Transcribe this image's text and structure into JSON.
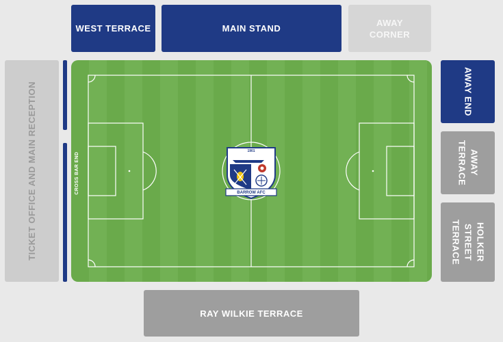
{
  "stands": {
    "west_terrace": "WEST TERRACE",
    "main_stand": "MAIN STAND",
    "away_corner": "AWAY CORNER",
    "ticket_office": "TICKET OFFICE AND MAIN RECEPTION",
    "away_end": "AWAY END",
    "away_terrace": "AWAY TERRACE",
    "holker_street_terrace": "HOLKER STREET TERRACE",
    "ray_wilkie_terrace": "RAY WILKIE TERRACE",
    "cross_bar_end": "CROSS BAR END"
  },
  "crest": {
    "year": "1901",
    "name": "BARROW AFC"
  },
  "colors": {
    "navy": "#1f3a85",
    "grey": "#9e9e9e",
    "light_grey": "#d6d6d6",
    "pitch_green": "#6aaa4b"
  }
}
